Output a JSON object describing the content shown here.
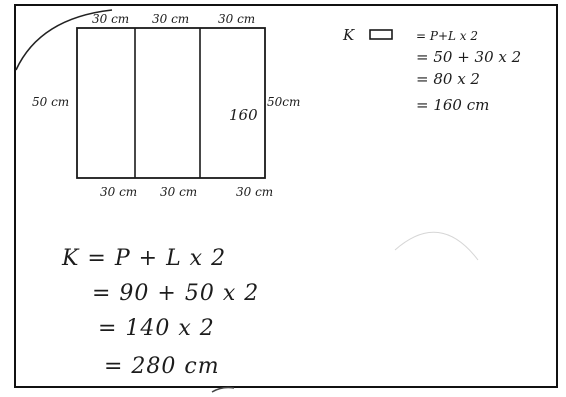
{
  "figure": {
    "top_labels": [
      "30 cm",
      "30 cm",
      "30 cm"
    ],
    "bottom_labels": [
      "30 cm",
      "30 cm",
      "30 cm"
    ],
    "left_label": "50 cm",
    "right_label": "50cm",
    "inner_label": "160"
  },
  "calc_small": {
    "symbol": "K",
    "lines": [
      "= P+L  x 2",
      "= 50 + 30  x 2",
      "= 80 x 2",
      "= 160 cm"
    ]
  },
  "calc_large": {
    "lines": [
      "K = P + L x 2",
      "= 90 + 50  x 2",
      "= 140  x 2",
      "= 280  cm"
    ]
  }
}
